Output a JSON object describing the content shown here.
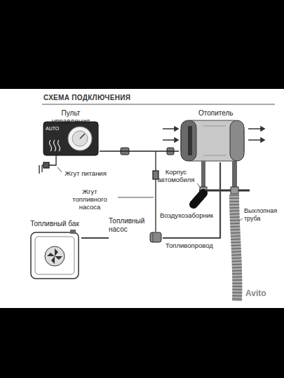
{
  "diagram": {
    "title": "СХЕМА ПОДКЛЮЧЕНИЯ",
    "nodes": [
      {
        "text": [
          "Пульт управления"
        ]
      },
      {
        "text": [
          "Отопитель"
        ]
      },
      {
        "text": [
          "Топливный бак"
        ]
      },
      {
        "text": [
          "Топливный насос"
        ]
      }
    ],
    "edges": [
      {
        "from": 0,
        "to": 1,
        "arrow": "none"
      },
      {
        "from": 2,
        "to": 3,
        "arrow": "none"
      },
      {
        "from": 3,
        "to": 1,
        "arrow": "none"
      }
    ],
    "labels": [
      "AUTO",
      "Жгут питания",
      "Жгут топливного насоса",
      "Корпус автомобиля",
      "Воздухозаборник",
      "Выхлопная труба",
      "Топливопровод",
      "Avito"
    ]
  }
}
